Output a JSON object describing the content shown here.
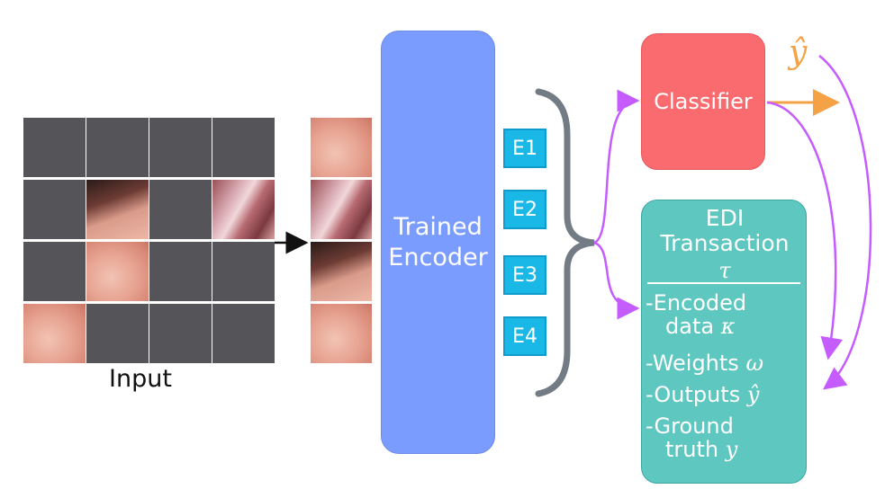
{
  "input": {
    "label": "Input"
  },
  "encoder": {
    "line1": "Trained",
    "line2": "Encoder"
  },
  "embeddings": [
    "E1",
    "E2",
    "E3",
    "E4"
  ],
  "classifier": {
    "label": "Classifier",
    "output_symbol": "ŷ"
  },
  "edi": {
    "title_line1": "EDI",
    "title_line2": "Transaction",
    "tau": "τ",
    "items": [
      {
        "prefix": "-Encoded",
        "second_line": "data",
        "symbol": "κ"
      },
      {
        "prefix": "-Weights",
        "symbol": "ω"
      },
      {
        "prefix": "-Outputs",
        "symbol": "ŷ"
      },
      {
        "prefix": "-Ground",
        "second_line": "truth",
        "symbol": "y"
      }
    ]
  },
  "colors": {
    "masked_tile": "#555559",
    "encoder": "#7b9cff",
    "embedding_chip": "#19b8e6",
    "classifier": "#f96b6f",
    "edi": "#5ec7c0",
    "purple_arrow": "#c45cff",
    "orange_arrow": "#f5a246",
    "brace": "#737b85"
  },
  "input_grid": [
    [
      "masked",
      "masked",
      "masked",
      "masked"
    ],
    [
      "masked",
      "tissue-dark",
      "masked",
      "tissue-fold"
    ],
    [
      "masked",
      "tissue",
      "masked",
      "masked"
    ],
    [
      "tissue",
      "masked",
      "masked",
      "masked"
    ]
  ]
}
